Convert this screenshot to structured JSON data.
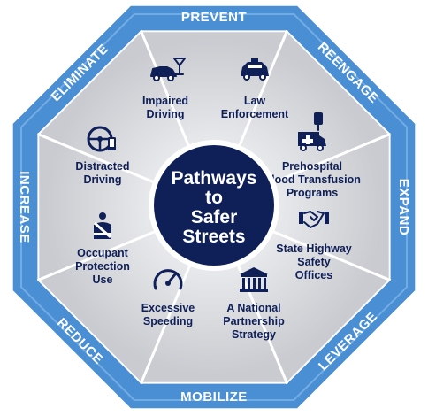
{
  "center": {
    "lines": [
      "Pathways",
      "to",
      "Safer",
      "Streets"
    ]
  },
  "colors": {
    "navy": "#0f1f57",
    "blue": "#4a8fd4",
    "light_blue": "#8fc0ec",
    "segment_light": "#eeeff1",
    "segment_dark": "#cfd1d5"
  },
  "rim_labels": [
    "PREVENT",
    "REENGAGE",
    "EXPAND",
    "LEVERAGE",
    "MOBILIZE",
    "REDUCE",
    "INCREASE",
    "ELIMINATE"
  ],
  "segments": [
    {
      "icon": "car-cocktail-icon",
      "lines": [
        "Impaired",
        "Driving"
      ]
    },
    {
      "icon": "police-car-icon",
      "lines": [
        "Law",
        "Enforcement"
      ]
    },
    {
      "icon": "ambulance-blood-bag-icon",
      "lines": [
        "Prehospital",
        "Blood Transfusion",
        "Programs"
      ]
    },
    {
      "icon": "handshake-icon",
      "lines": [
        "State Highway",
        "Safety",
        "Offices"
      ]
    },
    {
      "icon": "capitol-building-icon",
      "lines": [
        "A National",
        "Partnership",
        "Strategy"
      ]
    },
    {
      "icon": "speedometer-icon",
      "lines": [
        "Excessive",
        "Speeding"
      ]
    },
    {
      "icon": "seatbelt-person-icon",
      "lines": [
        "Occupant",
        "Protection",
        "Use"
      ]
    },
    {
      "icon": "steering-wheel-phone-icon",
      "lines": [
        "Distracted",
        "Driving"
      ]
    }
  ]
}
